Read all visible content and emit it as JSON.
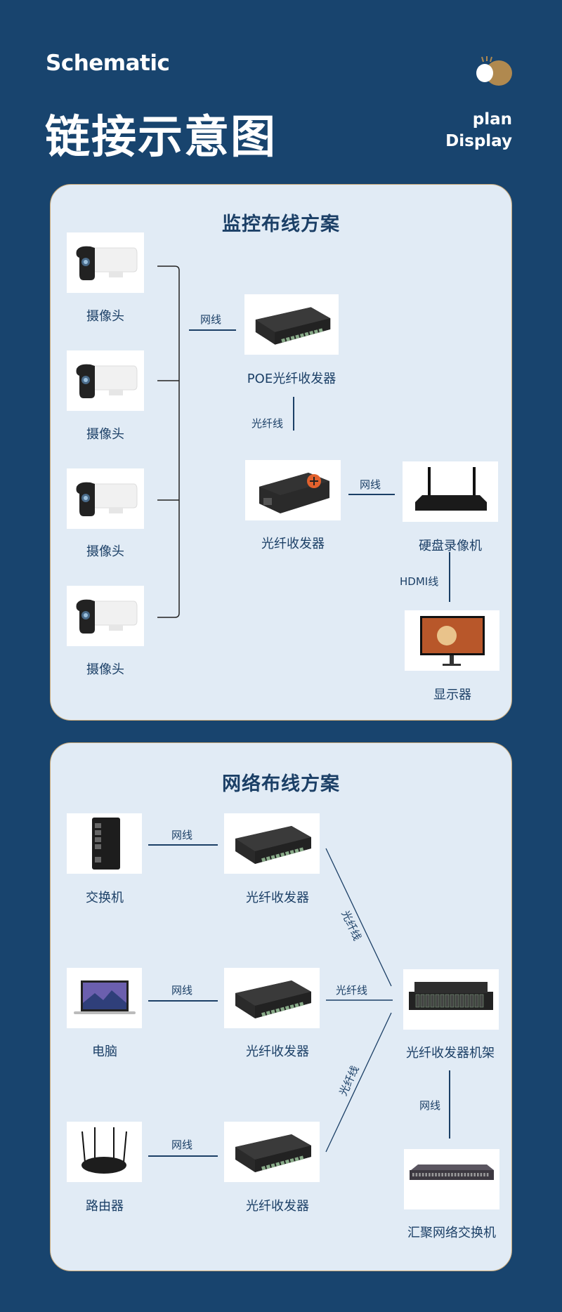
{
  "header": {
    "subtitle_en": "Schematic",
    "title": "链接示意图",
    "right_line1": "plan",
    "right_line2": "Display",
    "logo_icon": "two-circles-logo",
    "accent_color": "#b0894f",
    "background_color": "#18446e"
  },
  "monitoring": {
    "title": "监控布线方案",
    "cameras": [
      "摄像头",
      "摄像头",
      "摄像头",
      "摄像头"
    ],
    "poe_label": "POE光纤收发器",
    "fiber_transceiver_label": "光纤收发器",
    "nvr_label": "硬盘录像机",
    "monitor_label": "显示器",
    "links": {
      "camera_to_poe": "网线",
      "poe_to_transceiver": "光纤线",
      "transceiver_to_nvr": "网线",
      "nvr_to_monitor": "HDMI线"
    }
  },
  "network": {
    "title": "网络布线方案",
    "rows": [
      {
        "device": "交换机",
        "link": "网线",
        "transceiver": "光纤收发器",
        "fiber": "光纤线"
      },
      {
        "device": "电脑",
        "link": "网线",
        "transceiver": "光纤收发器",
        "fiber": "光纤线"
      },
      {
        "device": "路由器",
        "link": "网线",
        "transceiver": "光纤收发器",
        "fiber": "光纤线"
      }
    ],
    "rack_label": "光纤收发器机架",
    "rack_link": "网线",
    "core_switch_label": "汇聚网络交换机"
  }
}
